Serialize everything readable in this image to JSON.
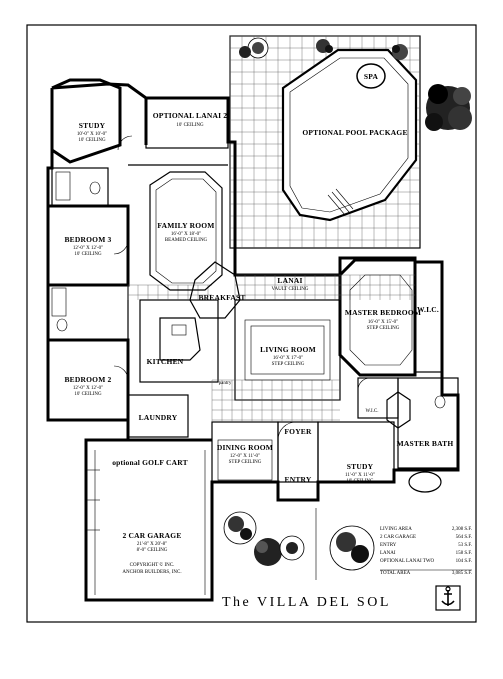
{
  "title": "The VILLA DEL SOL",
  "rooms": {
    "study1": {
      "name": "STUDY",
      "dims": "10'-0\" X 10'-0\"",
      "ceiling": "10' CEILING"
    },
    "lanai2": {
      "name": "OPTIONAL LANAI 2",
      "ceiling": "10' CEILING"
    },
    "pool": {
      "name": "OPTIONAL POOL PACKAGE",
      "spa": "SPA"
    },
    "family": {
      "name": "FAMILY ROOM",
      "dims": "16'-0\" X 18'-0\"",
      "ceiling": "BEAMED CEILING"
    },
    "bedroom3": {
      "name": "BEDROOM 3",
      "dims": "12'-0\" X 12'-0\"",
      "ceiling": "10' CEILING"
    },
    "lanai": {
      "name": "LANAI",
      "ceiling": "VAULT CEILING"
    },
    "breakfast": {
      "name": "BREAKFAST"
    },
    "master": {
      "name": "MASTER BEDROOM",
      "dims": "16'-0\" X 15'-0\"",
      "ceiling": "STEP CEILING"
    },
    "wic1": {
      "name": "W.I.C."
    },
    "living": {
      "name": "LIVING ROOM",
      "dims": "16'-0\" X 17'-0\"",
      "ceiling": "STEP CEILING"
    },
    "kitchen": {
      "name": "KITCHEN"
    },
    "pantry": {
      "name": "pantry"
    },
    "bedroom2": {
      "name": "BEDROOM 2",
      "dims": "12'-0\" X 12'-0\"",
      "ceiling": "10' CEILING"
    },
    "laundry": {
      "name": "LAUNDRY"
    },
    "wic2": {
      "name": "W.I.C."
    },
    "dining": {
      "name": "DINING ROOM",
      "dims": "12'-0\" X 11'-0\"",
      "ceiling": "STEP CEILING"
    },
    "foyer": {
      "name": "FOYER"
    },
    "masterbath": {
      "name": "MASTER BATH"
    },
    "golfcart": {
      "name": "optional GOLF CART"
    },
    "entry": {
      "name": "ENTRY"
    },
    "study2": {
      "name": "STUDY",
      "dims": "11'-0\" X 11'-0\"",
      "ceiling": "10' CEILING"
    },
    "garage": {
      "name": "2 CAR GARAGE",
      "dims": "21'-8\" X 20'-8\"",
      "ceiling": "8'-0\" CEILING"
    }
  },
  "areas": [
    {
      "label": "LIVING AREA",
      "value": "2,308 S.F."
    },
    {
      "label": "2 CAR GARAGE",
      "value": "564 S.F."
    },
    {
      "label": "ENTRY",
      "value": "53 S.F."
    },
    {
      "label": "LANAI",
      "value": "158 S.F."
    },
    {
      "label": "OPTIONAL LANAI TWO",
      "value": "104 S.F."
    },
    {
      "label": "TOTAL AREA",
      "value": "3,085 S.F."
    }
  ],
  "copyright": [
    "COPYRIGHT © INC.",
    "ANCHOR BUILDERS, INC."
  ],
  "colors": {
    "ink": "#000000",
    "paper": "#ffffff",
    "tile": "#555555"
  }
}
